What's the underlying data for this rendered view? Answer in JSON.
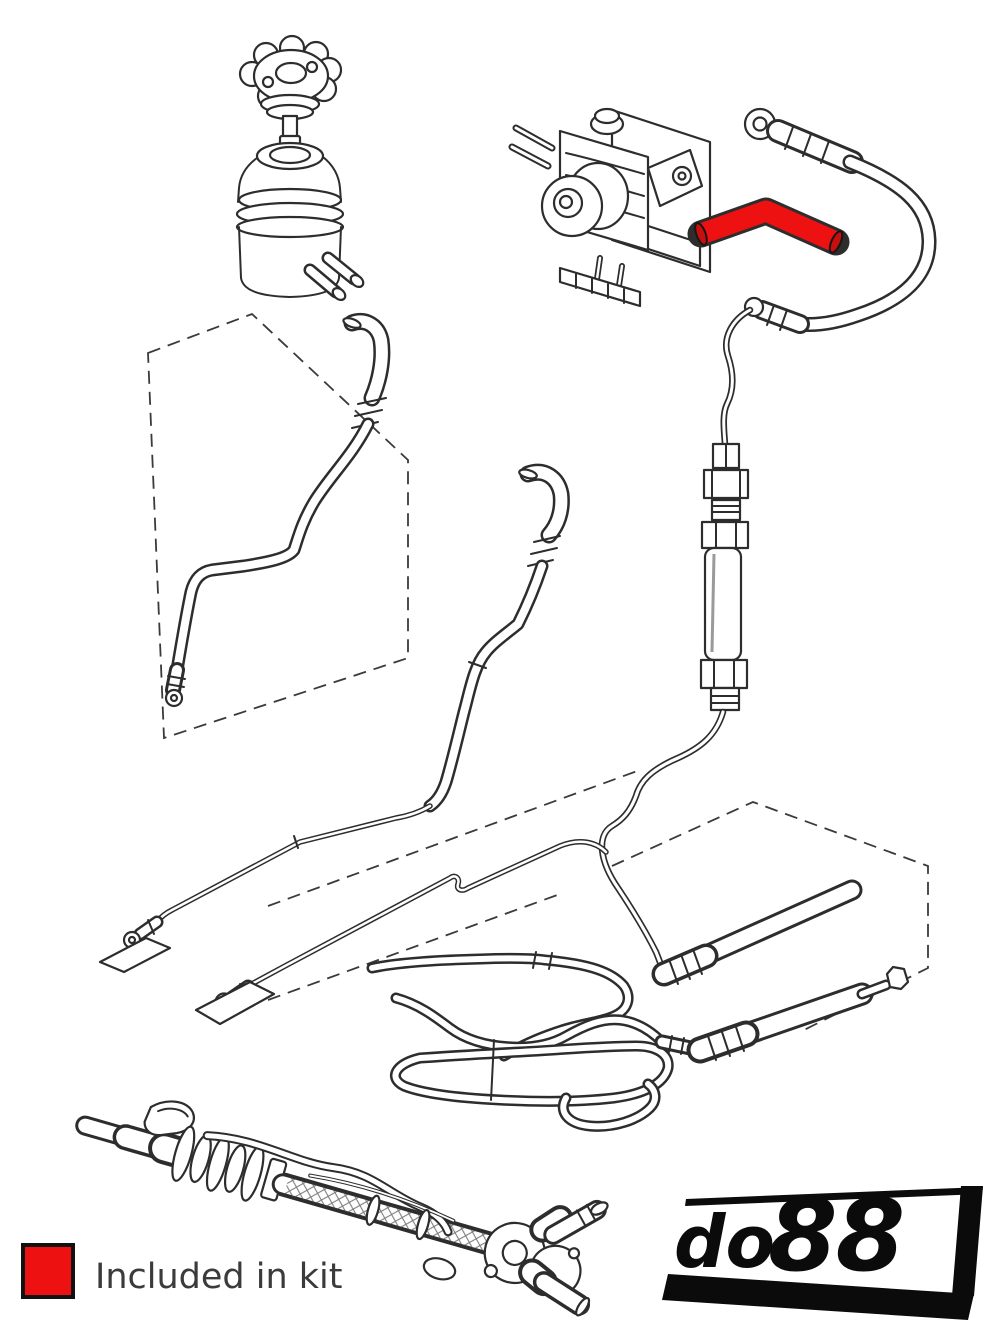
{
  "legend": {
    "label": "Included in kit",
    "swatch_color": "#ee1111"
  },
  "logo": {
    "do": "do",
    "eights": "88",
    "color": "#0b0b0b"
  },
  "diagram": {
    "background": "#ffffff",
    "line_color": "#2d2d2d",
    "highlight_color": "#ee1111",
    "highlighted_part": "elbow-hose",
    "parts": [
      "reservoir-cap",
      "fluid-reservoir",
      "power-steering-pump",
      "pump-bracket-plate",
      "pressure-hose",
      "highlighted-elbow-hose",
      "accumulator-line",
      "return-hose-left",
      "return-hose-middle",
      "chassis-pipe-1",
      "chassis-pipe-2",
      "cooler-tube-upper",
      "cooler-tube-lower",
      "hose-tangle",
      "steering-rack",
      "mounting-panels"
    ]
  }
}
